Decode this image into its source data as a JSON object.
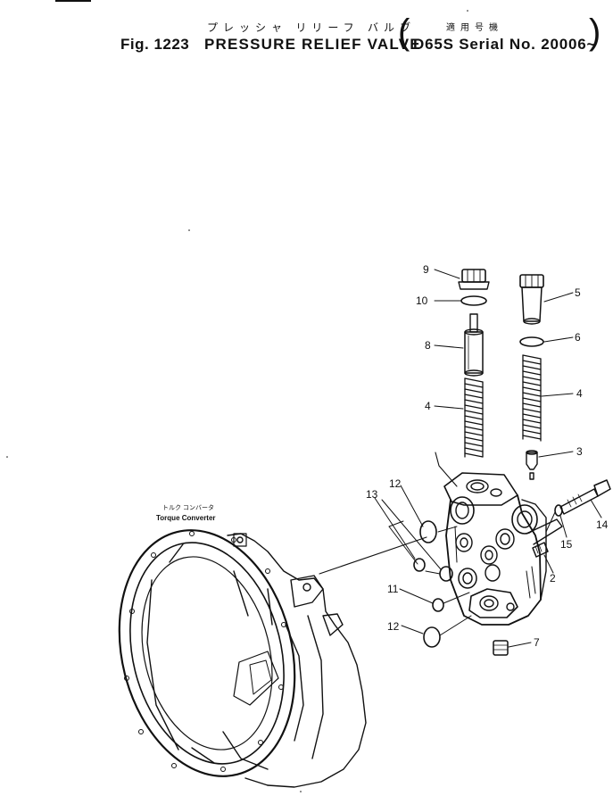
{
  "header": {
    "fig_label": "Fig. 1223",
    "title_en": "PRESSURE RELIEF VALVE",
    "title_jp": "プレッシャ リリーフ バルブ",
    "applicability_jp": "適用号機",
    "serial": "D65S Serial No. 20006~",
    "paren_open": "(",
    "paren_close": ")"
  },
  "component_labels": {
    "torque_converter_jp": "トルク コンバータ",
    "torque_converter_en": "Torque Converter"
  },
  "callouts": {
    "c9": "9",
    "c10": "10",
    "c8": "8",
    "c4_left": "4",
    "c5": "5",
    "c6": "6",
    "c4_right": "4",
    "c3": "3",
    "c12_top": "12",
    "c13": "13",
    "c14": "14",
    "c15": "15",
    "c2": "2",
    "c11": "11",
    "c12_bottom": "12",
    "c7": "7"
  },
  "colors": {
    "ink": "#111111",
    "paper": "#ffffff"
  }
}
